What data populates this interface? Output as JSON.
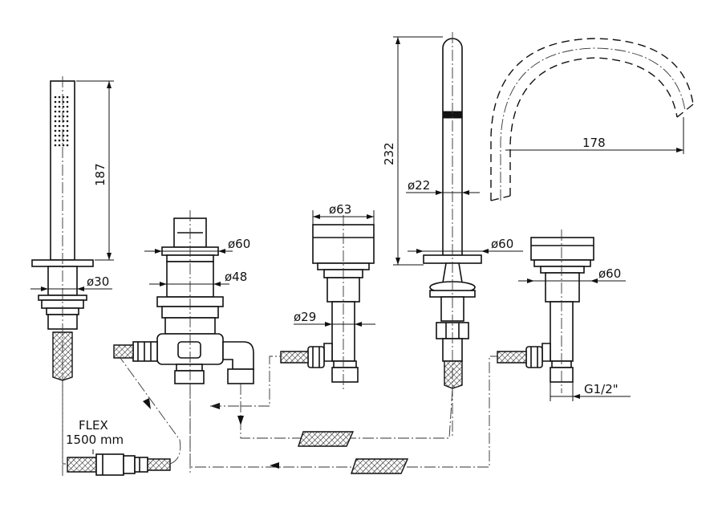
{
  "labels": {
    "hand_shower_diameter": "ø30",
    "hand_shower_height": "187",
    "diverter_top_diameter": "ø60",
    "diverter_body_diameter": "ø48",
    "valve_handle_diameter": "ø63",
    "valve_body_diameter": "ø29",
    "spout_height": "232",
    "spout_diameter": "ø22",
    "spout_base_diameter": "ø60",
    "spout_reach": "178",
    "right_valve_diameter": "ø60",
    "connection_thread": "G1/2\"",
    "flex_label": "FLEX",
    "flex_length": "1500 mm"
  }
}
